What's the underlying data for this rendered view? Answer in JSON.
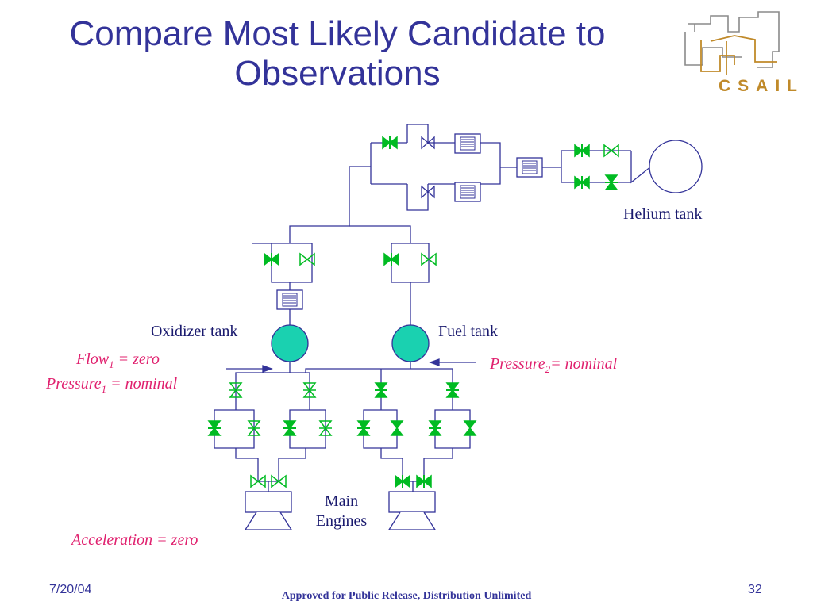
{
  "slide": {
    "title_line1": "Compare Most Likely Candidate to",
    "title_line2": "Observations",
    "logo_text": "CSAIL"
  },
  "labels": {
    "helium_tank": "Helium tank",
    "oxidizer_tank": "Oxidizer tank",
    "fuel_tank": "Fuel tank",
    "main_engines_line1": "Main",
    "main_engines_line2": "Engines"
  },
  "observations": {
    "flow1": "Flow",
    "flow1_sub": "1",
    "flow1_rest": " = zero",
    "pressure1": "Pressure",
    "pressure1_sub": "1",
    "pressure1_rest": " = nominal",
    "pressure2": "Pressure",
    "pressure2_sub": "2",
    "pressure2_rest": "= nominal",
    "acceleration": "Acceleration = zero"
  },
  "footer": {
    "date": "7/20/04",
    "center": "Approved for Public Release, Distribution Unlimited",
    "page": "32"
  },
  "colors": {
    "pipe": "#333399",
    "valve_green": "#00bb22",
    "tank_fill": "#1ad1b0",
    "observation": "#e0206e",
    "logo": "#c08a2a"
  }
}
